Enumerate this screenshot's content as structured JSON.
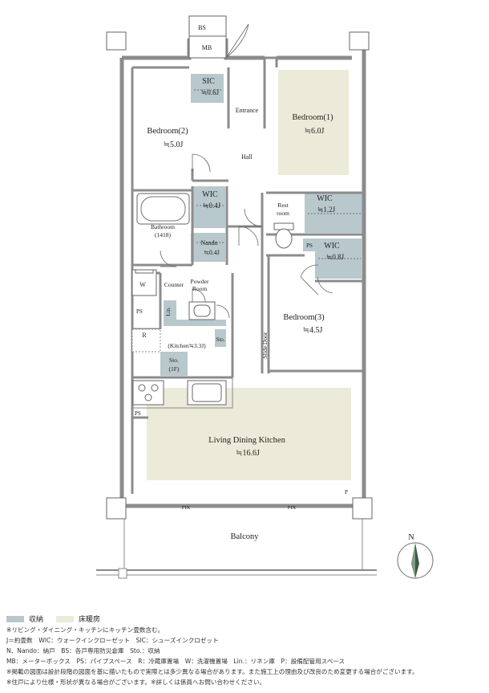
{
  "rooms": {
    "bedroom1": {
      "name": "Bedroom(1)",
      "area": "≒6.0J"
    },
    "bedroom2": {
      "name": "Bedroom(2)",
      "area": "≒5.0J"
    },
    "bedroom3": {
      "name": "Bedroom(3)",
      "area": "≒4.5J"
    },
    "ldk": {
      "name": "Living Dining Kitchen",
      "area": "≒16.6J"
    },
    "sic": {
      "name": "SIC",
      "area": "≒0.6J"
    },
    "wic_a": {
      "name": "WIC",
      "area": "≒0.4J"
    },
    "wic_b": {
      "name": "WIC",
      "area": "≒1.2J"
    },
    "wic_c": {
      "name": "WIC",
      "area": "≒0.8J"
    },
    "nando": {
      "name": "Nando",
      "area": "≒0.4J"
    },
    "bathroom": {
      "name": "Bathroom",
      "size": "(1418)"
    },
    "restroom": {
      "line1": "Rest",
      "line2": "room"
    },
    "powder": {
      "line1": "Powder",
      "line2": "Room"
    },
    "kitchen": "(Kitchen≒3.3J)",
    "sto1f": {
      "line1": "Sto.",
      "line2": "(1F)"
    }
  },
  "labels": {
    "bs": "BS",
    "mb": "MB",
    "entrance": "Entrance",
    "hall": "Hall",
    "counter": "Counter",
    "w": "W",
    "ps": "PS",
    "lin": "Lin.",
    "r": "R",
    "sto": "Sto.",
    "slide_door": "Slide Door",
    "fix": "FIX",
    "p": "P",
    "balcony": "Balcony",
    "north": "N"
  },
  "legend": {
    "storage": "収納",
    "floor_heating": "床暖房"
  },
  "colors": {
    "storage": "#b8c8cc",
    "floor_heating": "#ecebd9",
    "wall": "#8c8c8c"
  },
  "notes": [
    "※リビング・ダイニング・キッチンにキッチン畳数含む。",
    "J＝約畳数　WIC：ウォークインクローゼット　SIC：シューズインクロゼット",
    "N、Nando：納戸　BS：各戸専用防災倉庫　Sto.：収納",
    "MB：メーターボックス　PS：パイプスペース　R：冷蔵庫置場　W：洗濯機置場　Lin.：リネン庫　P：設備配管用スペース",
    "※掲載の図面は設計段階の図面を基に描いたもので実際とは多少異なる場合があります。また施工上の理由及び改良のため変更する場合がございます。",
    "※住戸により仕様・形状が異なる場合がございます。※詳しくは係員へお問い合わせください。"
  ]
}
